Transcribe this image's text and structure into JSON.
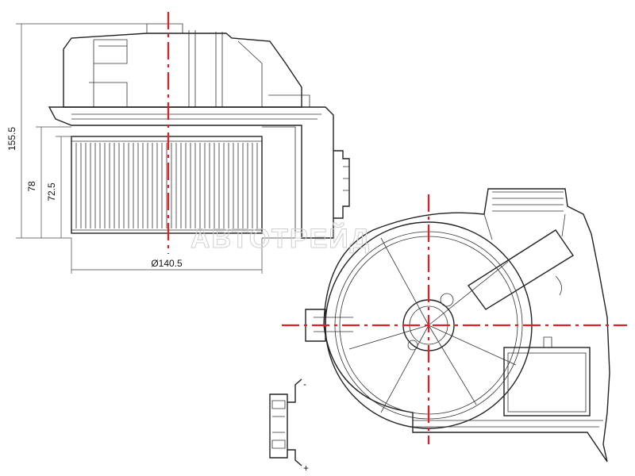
{
  "diagram": {
    "dimensions": {
      "total_height": "155.5",
      "motor_height": "78",
      "rotor_height": "72.5",
      "diameter": "Ø140.5"
    },
    "connector": {
      "pin_negative": "-",
      "pin_positive": "+"
    },
    "watermark": "АВТОТРЕЙД"
  },
  "colors": {
    "line": "#222222",
    "centerline": "#e41e26",
    "dimension_line": "#444444",
    "watermark": "#cfcfcf"
  }
}
